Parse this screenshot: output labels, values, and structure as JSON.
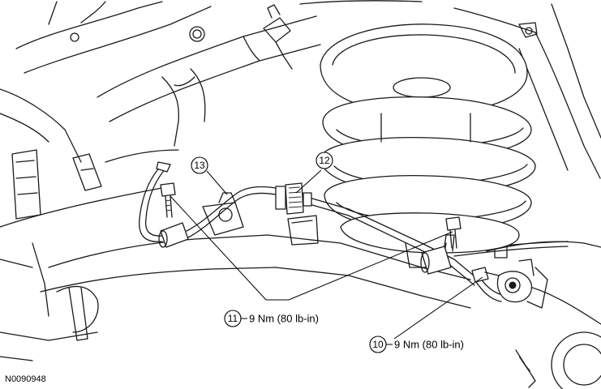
{
  "callouts": {
    "c10": {
      "number": "10",
      "torque": "9 Nm (80 lb-in)"
    },
    "c11": {
      "number": "11",
      "torque": "9 Nm (80 lb-in)"
    },
    "c12": {
      "number": "12"
    },
    "c13": {
      "number": "13"
    }
  },
  "figure_id": "N0090948",
  "colors": {
    "line": "#1a1a1a",
    "background": "#ffffff"
  }
}
